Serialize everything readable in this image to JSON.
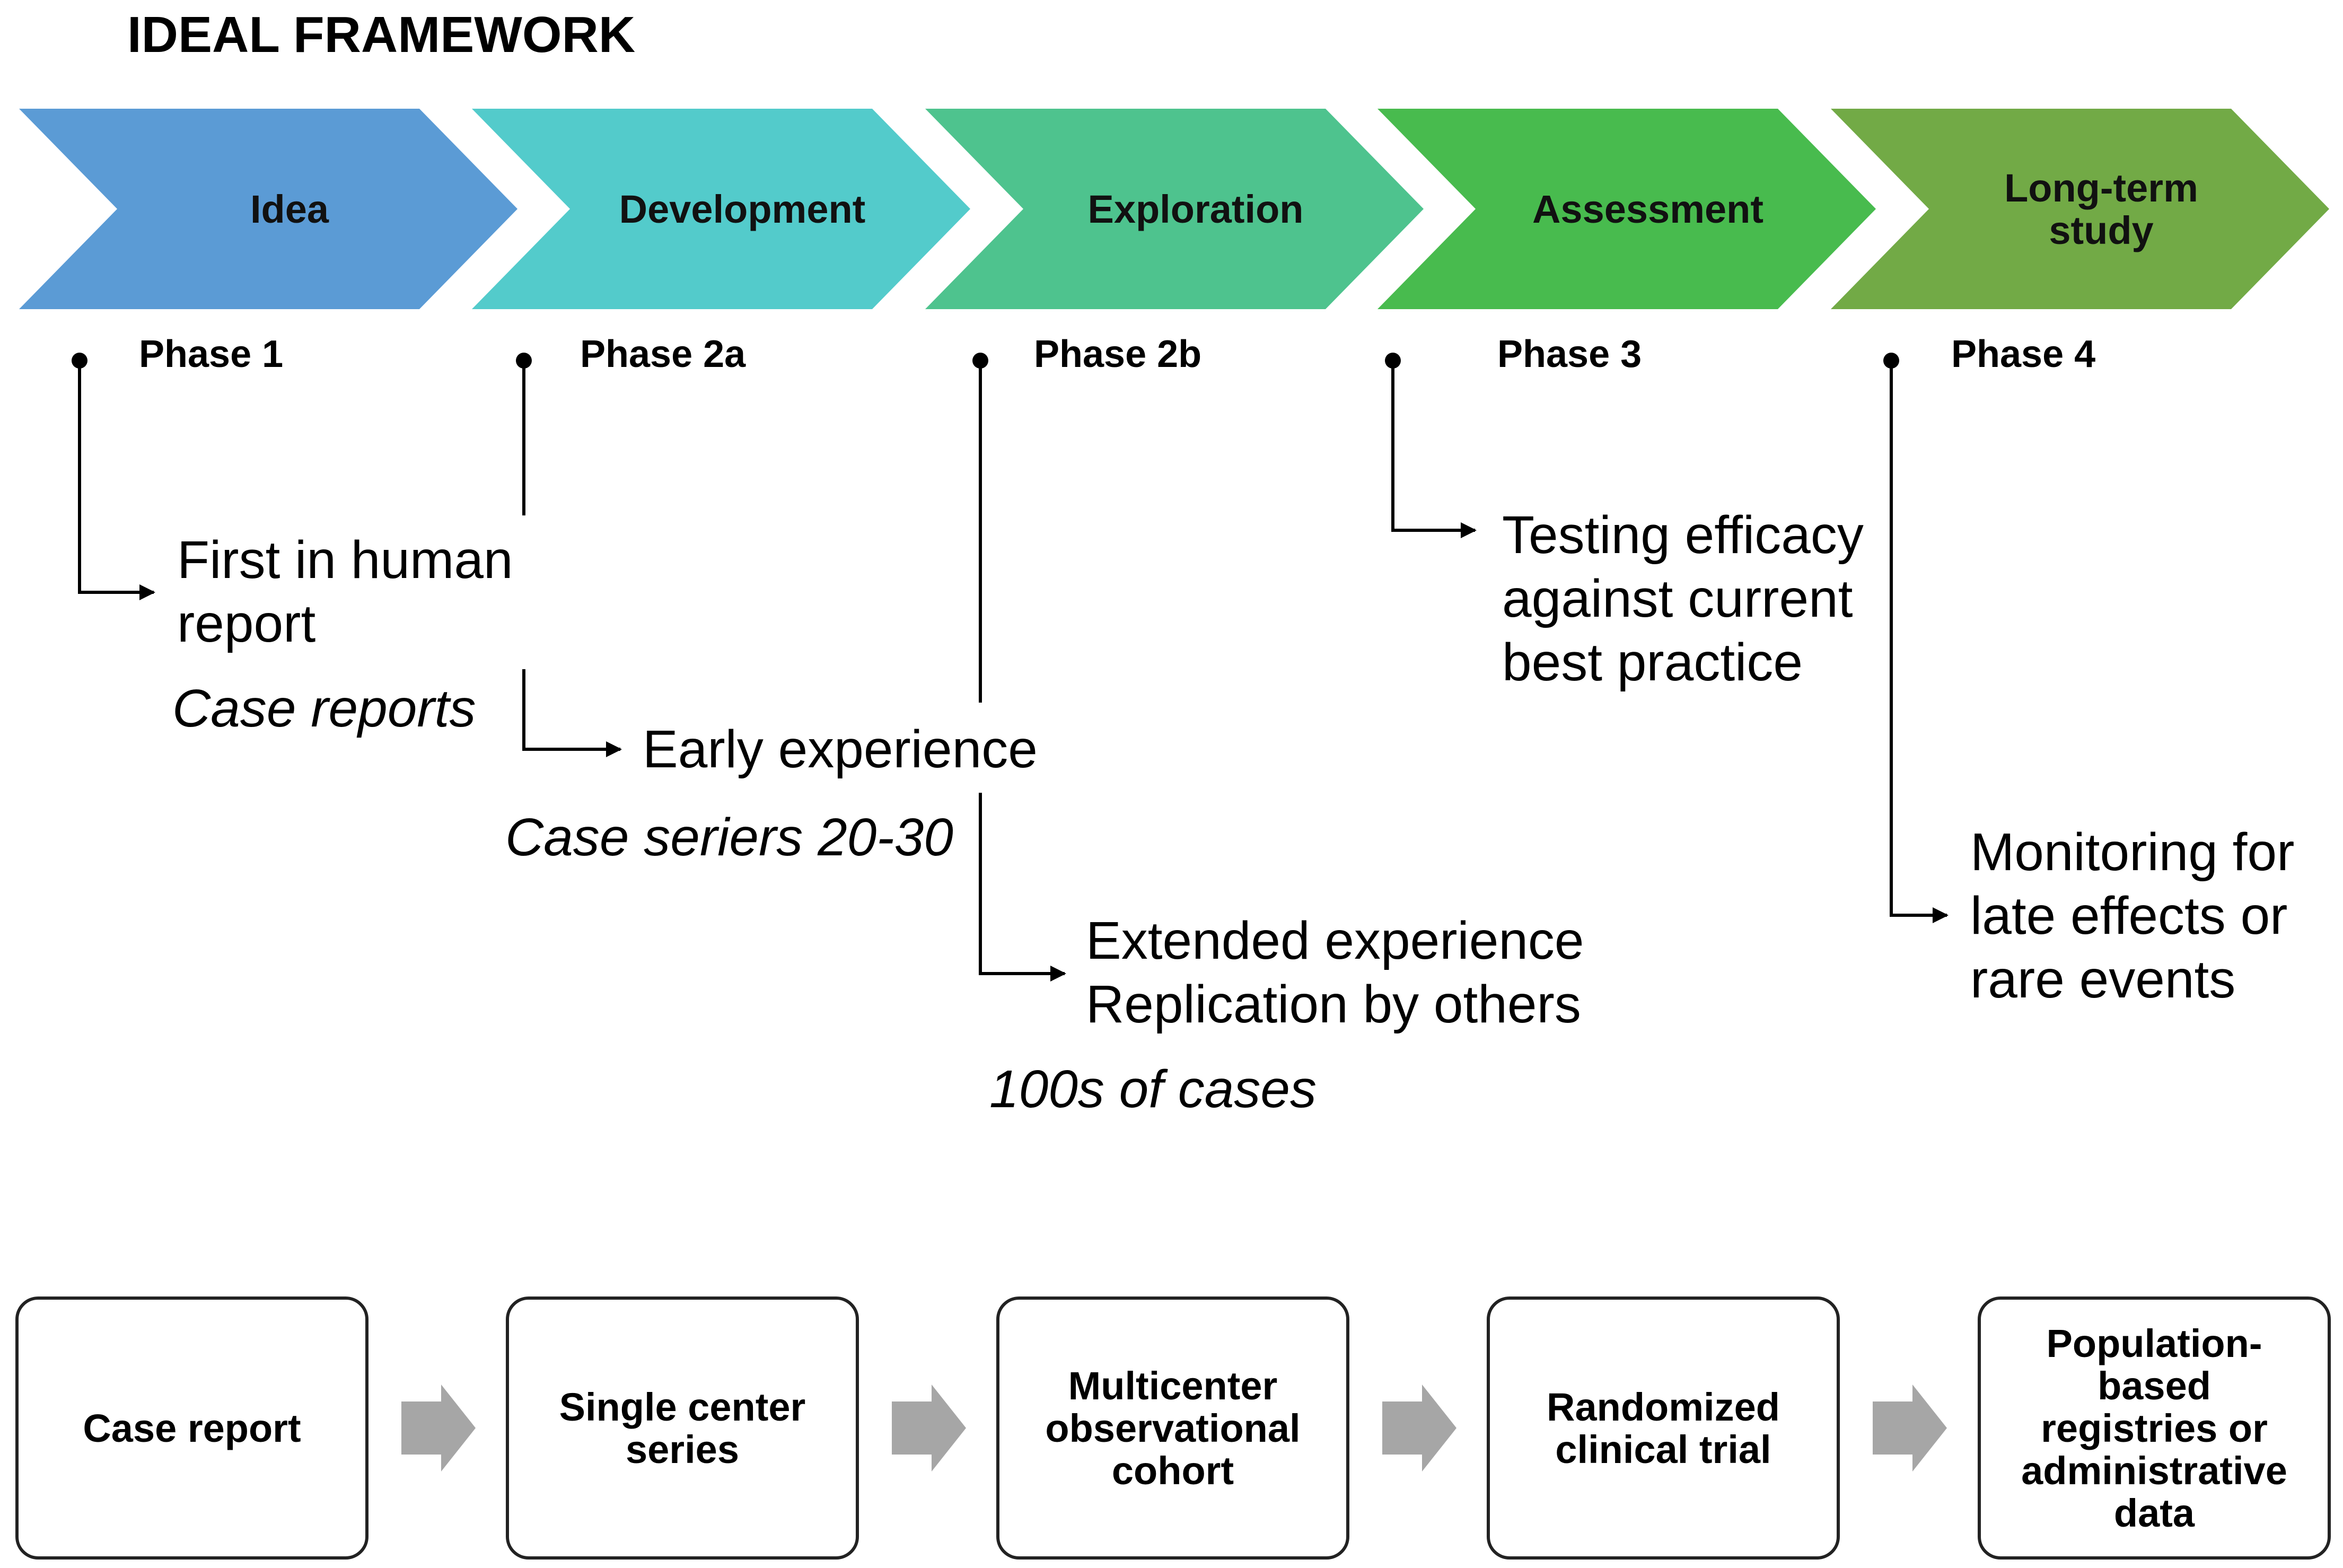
{
  "title": "IDEAL FRAMEWORK",
  "stages": [
    {
      "lines": [
        "Idea"
      ],
      "color": "#5b9bd5"
    },
    {
      "lines": [
        "Development"
      ],
      "color": "#53cbcb"
    },
    {
      "lines": [
        "Exploration"
      ],
      "color": "#4ec38e"
    },
    {
      "lines": [
        "Assessment"
      ],
      "color": "#48bb4e"
    },
    {
      "lines": [
        "Long-term",
        "study"
      ],
      "color": "#72aa46"
    }
  ],
  "phases": [
    "Phase 1",
    "Phase 2a",
    "Phase 2b",
    "Phase 3",
    "Phase 4"
  ],
  "outcomes": {
    "phase1": {
      "lines": [
        "First in human",
        "report"
      ],
      "note": "Case reports"
    },
    "phase2a": {
      "lines": [
        "Early experience"
      ],
      "note": "Case seriers 20-30"
    },
    "phase2b": {
      "lines": [
        "Extended experience",
        "Replication by others"
      ],
      "note": "100s of cases"
    },
    "phase3": {
      "lines": [
        "Testing efficacy",
        "against current",
        "best practice"
      ]
    },
    "phase4": {
      "lines": [
        "Monitoring for",
        "late effects or",
        "rare events"
      ]
    }
  },
  "study_types": [
    {
      "lines": [
        "Case report"
      ]
    },
    {
      "lines": [
        "Single center",
        "series"
      ]
    },
    {
      "lines": [
        "Multicenter",
        "observational",
        "cohort"
      ]
    },
    {
      "lines": [
        "Randomized",
        "clinical trial"
      ]
    },
    {
      "lines": [
        "Population-",
        "based",
        "registries or",
        "administrative",
        "data"
      ]
    }
  ],
  "colors": {
    "connector_arrow": "#a6a6a6",
    "line": "#000000"
  }
}
